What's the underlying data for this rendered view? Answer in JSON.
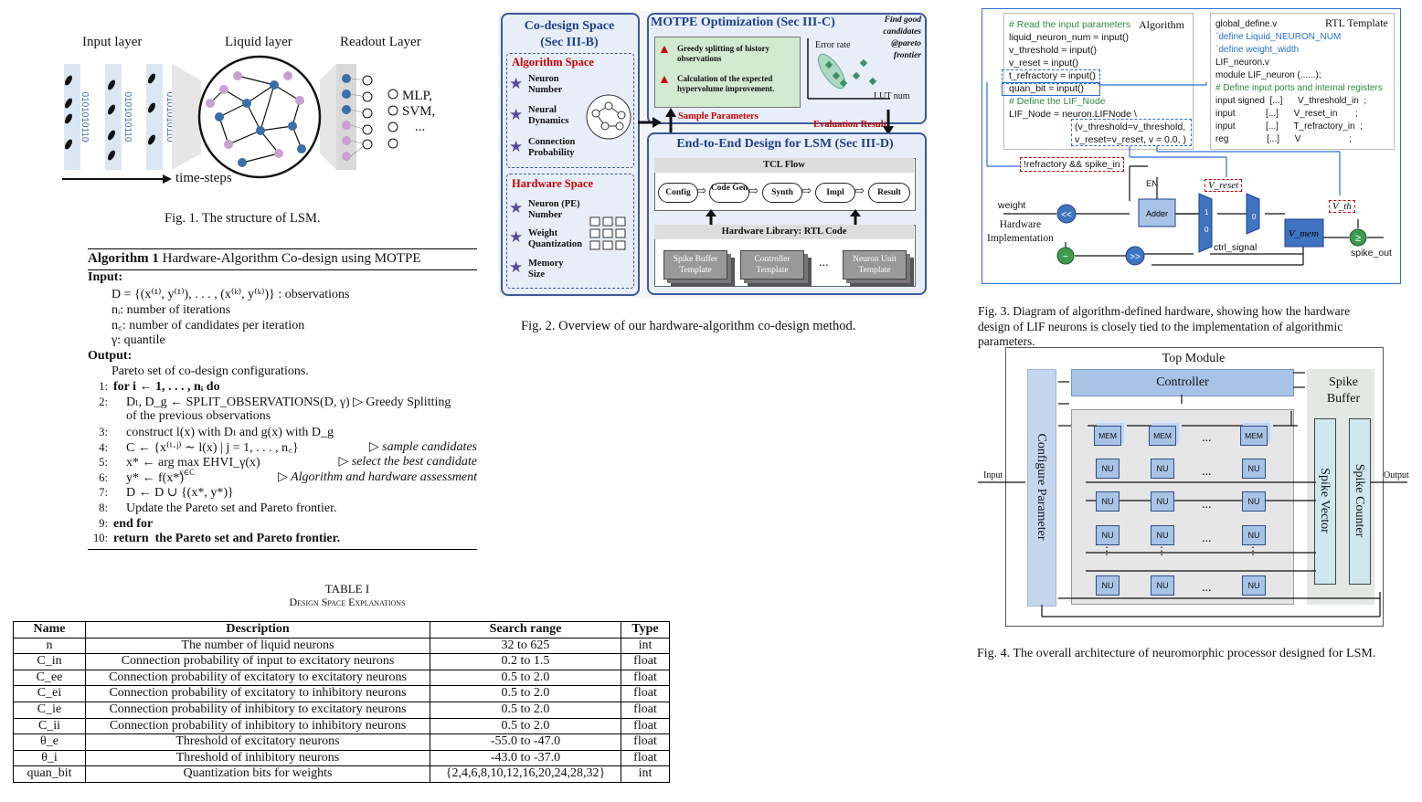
{
  "fig1": {
    "input_layer": "Input layer",
    "liquid_layer": "Liquid layer",
    "readout_layer": "Readout Layer",
    "classifier_lines": [
      "MLP,",
      "SVM,",
      "..."
    ],
    "time_steps": "time-steps",
    "bits": "0101010110",
    "caption": "Fig. 1.  The structure of LSM."
  },
  "algorithm": {
    "title_prefix": "Algorithm 1",
    "title": "Hardware-Algorithm Co-design using MOTPE",
    "input_label": "Input:",
    "inputs": [
      "D = {(x⁽¹⁾, y⁽¹⁾), . . . , (x⁽ᵏ⁾, y⁽ᵏ⁾)} : observations",
      "nᵢ: number of iterations",
      "n꜀: number of candidates per iteration",
      "γ: quantile"
    ],
    "output_label": "Output:",
    "output": "Pareto set of co-design configurations.",
    "lines": [
      {
        "n": "1:",
        "text": "for i ← 1, . . . , nᵢ do",
        "comment": ""
      },
      {
        "n": "2:",
        "text": "    Dₗ, D_g ← SPLIT_OBSERVATIONS(D, γ) ▷ Greedy Splitting",
        "comment": ""
      },
      {
        "n": "",
        "text": "    of the previous observations",
        "comment": ""
      },
      {
        "n": "3:",
        "text": "    construct l(x) with Dₗ and g(x) with D_g",
        "comment": ""
      },
      {
        "n": "4:",
        "text": "    C ← {x⁽ⁱ·ʲ⁾ ∼ l(x) | j = 1, . . . , n꜀}",
        "comment": "▷ sample candidates"
      },
      {
        "n": "5:",
        "text": "    x* ← arg max EHVI_γ(x)",
        "comment": "▷ select the best candidate"
      },
      {
        "n": "6:",
        "text": "    y* ← f(x*)",
        "comment": "▷ Algorithm and hardware assessment"
      },
      {
        "n": "7:",
        "text": "    D ← D ∪ {(x*, y*)}",
        "comment": ""
      },
      {
        "n": "8:",
        "text": "    Update the Pareto set and Pareto frontier.",
        "comment": ""
      },
      {
        "n": "9:",
        "text": "end for",
        "comment": ""
      },
      {
        "n": "10:",
        "text": "return  the Pareto set and Pareto frontier.",
        "comment": ""
      }
    ],
    "argmax_sub": "x∈C"
  },
  "table": {
    "label": "TABLE I",
    "title": "Design Space Explanations",
    "headers": [
      "Name",
      "Description",
      "Search range",
      "Type"
    ],
    "rows": [
      [
        "n",
        "The number of liquid neurons",
        "32 to 625",
        "int"
      ],
      [
        "C_in",
        "Connection probability of input to excitatory neurons",
        "0.2 to 1.5",
        "float"
      ],
      [
        "C_ee",
        "Connection probability of excitatory to excitatory neurons",
        "0.5 to 2.0",
        "float"
      ],
      [
        "C_ei",
        "Connection probability of excitatory to inhibitory neurons",
        "0.5 to 2.0",
        "float"
      ],
      [
        "C_ie",
        "Connection probability of inhibitory to excitatory neurons",
        "0.5 to 2.0",
        "float"
      ],
      [
        "C_ii",
        "Connection probability of inhibitory to inhibitory neurons",
        "0.5 to 2.0",
        "float"
      ],
      [
        "θ_e",
        "Threshold of excitatory neurons",
        "-55.0 to -47.0",
        "float"
      ],
      [
        "θ_i",
        "Threshold of inhibitory neurons",
        "-43.0 to -37.0",
        "float"
      ],
      [
        "quan_bit",
        "Quantization bits for weights",
        "{2,4,6,8,10,12,16,20,24,28,32}",
        "int"
      ]
    ]
  },
  "fig2": {
    "codesign_title": [
      "Co-design Space",
      "(Sec III-B)"
    ],
    "algo_space": "Algorithm Space",
    "algo_items": [
      [
        "Neuron",
        "Number"
      ],
      [
        "Neural",
        "Dynamics"
      ],
      [
        "Connection",
        "Probability"
      ]
    ],
    "hw_space": "Hardware Space",
    "hw_items": [
      [
        "Neuron (PE)",
        "Number"
      ],
      [
        "Weight",
        "Quantization"
      ],
      [
        "Memory",
        "Size"
      ]
    ],
    "motpe_title": "MOTPE Optimization (Sec III-C)",
    "motpe_items": [
      [
        "Greedy splitting of history",
        "observations"
      ],
      [
        "Calculation of the expected",
        "hypervolume improvement."
      ]
    ],
    "error_rate": "Error rate",
    "lut_num": "LUT num",
    "find_good": [
      "Find good",
      "candidates",
      "@pareto",
      "frontier"
    ],
    "sample_params": "Sample Parameters",
    "eval_result": "Evaluation Result",
    "e2e_title": "End-to-End Design for LSM (Sec III-D)",
    "tcl_flow": "TCL Flow",
    "flow": [
      "Config",
      "Code Gen",
      "Synth",
      "Impl",
      "Result"
    ],
    "hw_lib": "Hardware Library: RTL Code",
    "templates": [
      "Spike Buffer Template",
      "Controller Template",
      "Neuron Unit Template"
    ],
    "dots": "...",
    "caption": "Fig. 2.  Overview of our hardware-algorithm co-design method."
  },
  "fig3": {
    "algorithm_label": "Algorithm",
    "rtl_label": "RTL Template",
    "left_code": [
      {
        "t": "# Read the input parameters",
        "c": "green"
      },
      {
        "t": "liquid_neuron_num = input()",
        "c": ""
      },
      {
        "t": "v_threshold = input()",
        "c": ""
      },
      {
        "t": "v_reset = input()",
        "c": ""
      },
      {
        "t": "t_refractory = input()",
        "c": ""
      },
      {
        "t": "quan_bit = input()",
        "c": ""
      },
      {
        "t": "# Define the LIF_Node",
        "c": "green"
      },
      {
        "t": "LIF_Node = neuron.LIFNode \\",
        "c": ""
      },
      {
        "t": "(v_threshold=v_threshold,",
        "c": ""
      },
      {
        "t": "v_reset=v_reset, v = 0.0, )",
        "c": ""
      }
    ],
    "right_code": [
      {
        "t": "global_define.v",
        "c": ""
      },
      {
        "t": "`define Liquid_NEURON_NUM",
        "c": "blue"
      },
      {
        "t": "`define weight_width",
        "c": "blue"
      },
      {
        "t": "LIF_neuron.v",
        "c": ""
      },
      {
        "t": "module LIF_neuron (......);",
        "c": ""
      },
      {
        "t": "# Define input ports and internal registers",
        "c": "green"
      },
      {
        "t": "input signed  [...]      V_threshold_in  ;",
        "c": ""
      },
      {
        "t": "input            [...]      V_reset_in       ;",
        "c": ""
      },
      {
        "t": "input            [...]      T_refractory_in  ;",
        "c": ""
      },
      {
        "t": "reg               [...]      V                   ;",
        "c": ""
      }
    ],
    "refractory": "!refractory && spike_in",
    "weight": "weight",
    "hw_impl": [
      "Hardware",
      "Implementation"
    ],
    "en": "EN",
    "adder": "Adder",
    "vreset": "V_reset",
    "vth": "V_th",
    "vmem": "V_mem",
    "ctrl_signal": "ctrl_signal",
    "spike_out": "spike_out",
    "shift_l": "<<",
    "shift_r": ">>",
    "mux_labels": [
      "1",
      "0"
    ],
    "caption": [
      "Fig. 3.  Diagram of algorithm-defined hardware, showing how the hardware",
      "design of LIF neurons is closely tied to the implementation of algorithmic",
      "parameters."
    ]
  },
  "fig4": {
    "top_module": "Top Module",
    "controller": "Controller",
    "spike_buffer": [
      "Spike",
      "Buffer"
    ],
    "configure": "Configure Parameter",
    "spike_vector": "Spike Vector",
    "spike_counter": "Spike Counter",
    "input": "Input",
    "output": "Output",
    "mem": "MEM",
    "nu": "NU",
    "dots": "...",
    "caption": "Fig. 4.  The overall architecture of neuromorphic processor designed for LSM."
  }
}
